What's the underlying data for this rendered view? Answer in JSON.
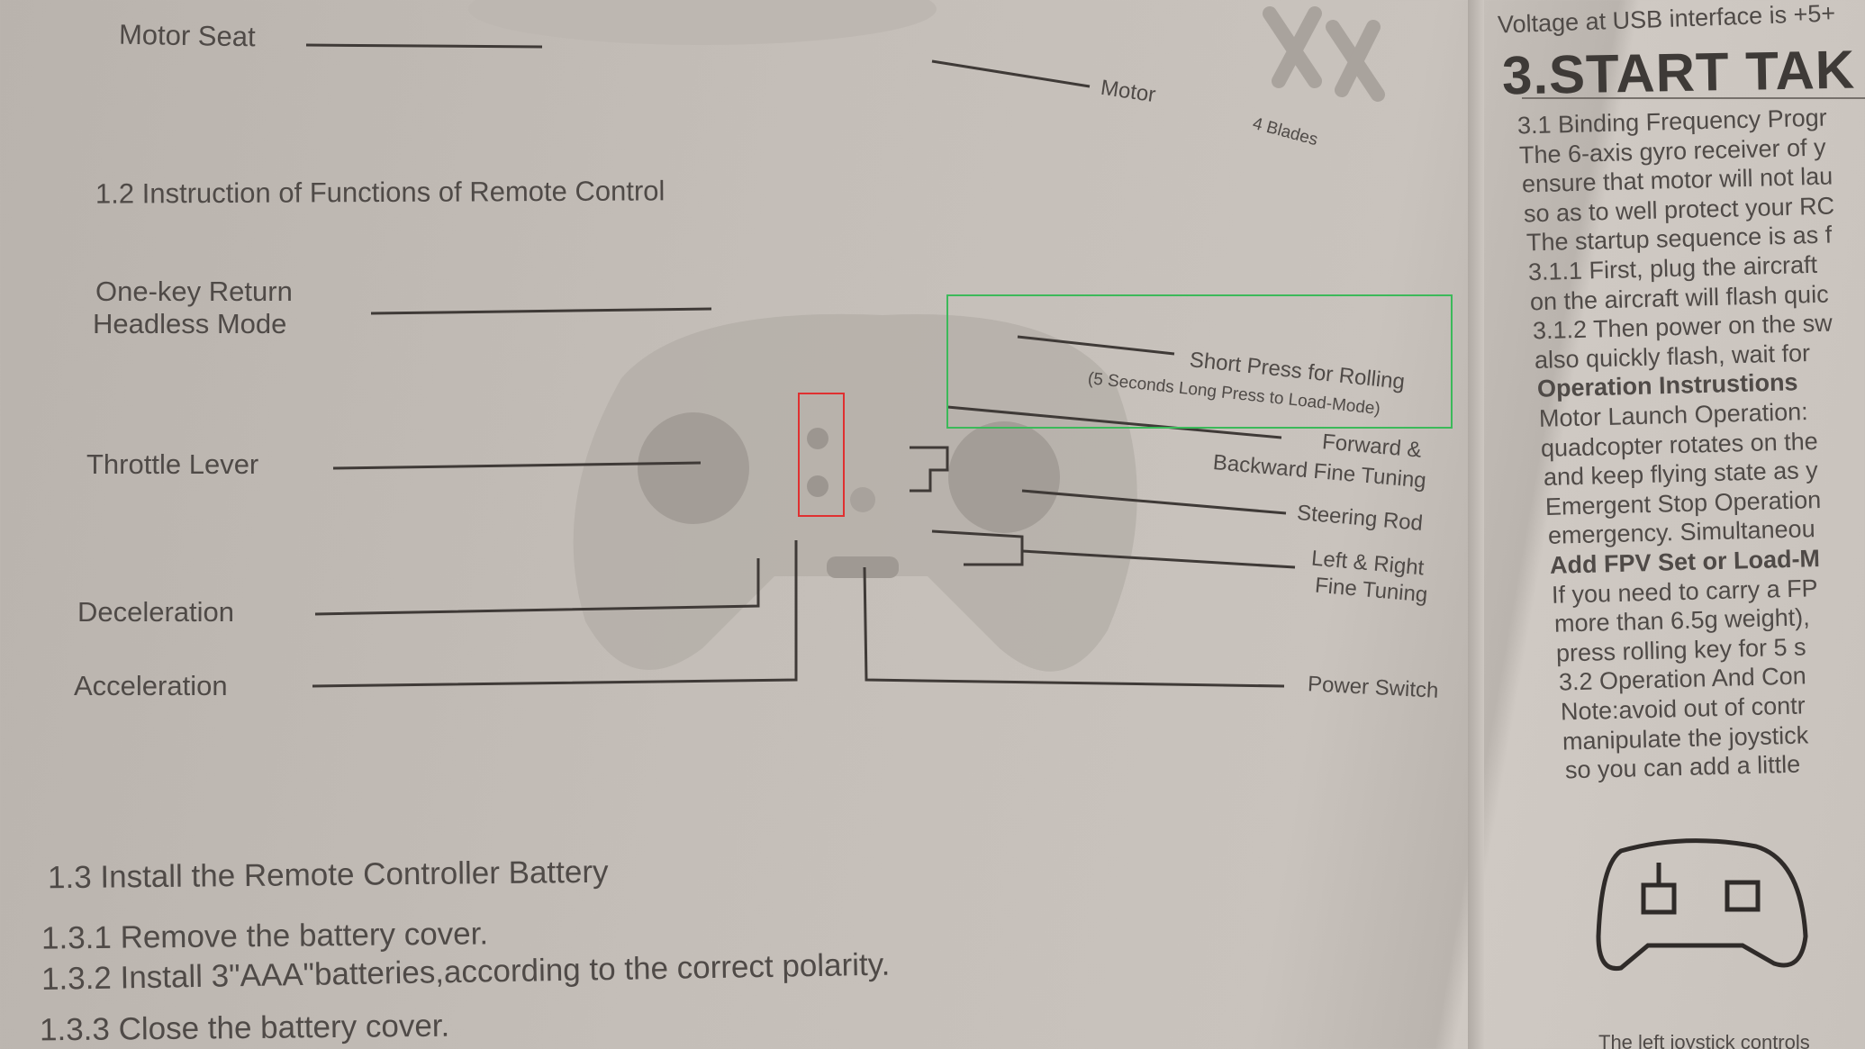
{
  "left_page": {
    "top_labels": {
      "motor_seat": "Motor Seat",
      "motor": "Motor",
      "blades": "4 Blades"
    },
    "section_1_2": {
      "heading": "1.2 Instruction of Functions of Remote Control",
      "labels": {
        "one_key_return": "One-key Return",
        "headless_mode": "Headless Mode",
        "throttle_lever": "Throttle Lever",
        "deceleration": "Deceleration",
        "acceleration": "Acceleration",
        "short_press": "Short Press for Rolling",
        "long_press": "(5 Seconds Long Press to Load-Mode)",
        "forward": "Forward &",
        "backward_fine_tuning": "Backward Fine Tuning",
        "steering_rod": "Steering Rod",
        "left_right": "Left & Right",
        "fine_tuning": "Fine Tuning",
        "power_switch": "Power Switch"
      }
    },
    "section_1_3": {
      "heading": "1.3 Install the Remote Controller Battery",
      "steps": [
        "1.3.1 Remove the battery cover.",
        "1.3.2 Install 3\"AAA\"batteries,according to the correct polarity.",
        "1.3.3 Close the battery cover."
      ]
    }
  },
  "right_page": {
    "top_line": "Voltage at USB interface is +5+",
    "heading": "3.START TAK",
    "lines": [
      "3.1 Binding Frequency Progr",
      "The 6-axis gyro receiver of y",
      "ensure that motor will not lau",
      "so as to well protect your RC",
      "The startup sequence is as f",
      "3.1.1 First, plug the aircraft",
      "on the aircraft will flash quic",
      "3.1.2 Then power on the sw",
      "also quickly flash, wait for",
      "Operation Instrustions",
      "Motor Launch Operation:",
      "quadcopter rotates on the",
      "and keep flying state as y",
      "Emergent Stop Operation",
      "emergency. Simultaneou",
      "Add FPV Set or Load-M",
      "If you need to carry a FP",
      "more than 6.5g weight),",
      "press rolling key for 5 s",
      "3.2 Operation And Con",
      "Note:avoid out of contr",
      "manipulate the joystick",
      "so you can add a little"
    ],
    "bottom_line": "The left joystick controls"
  },
  "overlay_colors": {
    "green_box": "#3cb95a",
    "red_box": "#e03030"
  }
}
